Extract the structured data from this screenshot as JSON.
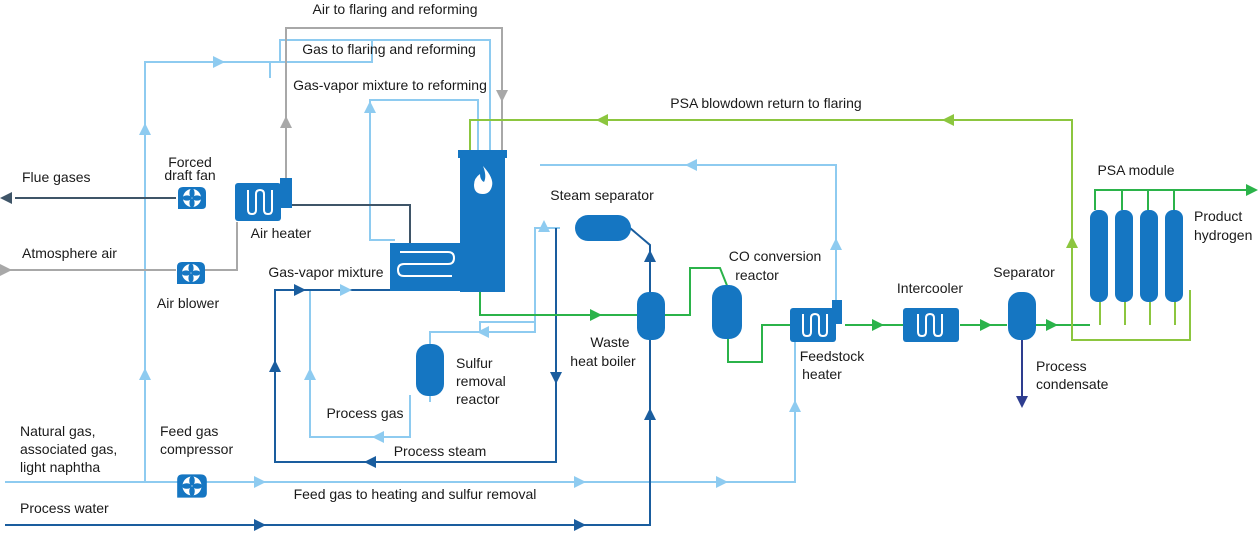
{
  "labels": {
    "air_to_flaring": "Air to flaring and reforming",
    "gas_to_flaring": "Gas to flaring and reforming",
    "gas_vapor_reforming": "Gas-vapor mixture to reforming",
    "psa_blowdown": "PSA blowdown return to flaring",
    "flue_gases": "Flue gases",
    "forced_draft_fan_1": "Forced",
    "forced_draft_fan_2": "draft fan",
    "air_heater": "Air heater",
    "atmosphere_air": "Atmosphere air",
    "air_blower": "Air blower",
    "gas_vapor_mixture": "Gas-vapor mixture",
    "steam_separator": "Steam separator",
    "co_conversion_1": "CO conversion",
    "co_conversion_2": "reactor",
    "waste_heat_boiler_1": "Waste",
    "waste_heat_boiler_2": "heat boiler",
    "sulfur_removal_1": "Sulfur",
    "sulfur_removal_2": "removal",
    "sulfur_removal_3": "reactor",
    "process_gas": "Process gas",
    "process_steam": "Process steam",
    "feedstock_heater_1": "Feedstock",
    "feedstock_heater_2": "heater",
    "intercooler": "Intercooler",
    "separator": "Separator",
    "process_condensate_1": "Process",
    "process_condensate_2": "condensate",
    "psa_module": "PSA module",
    "product_hydrogen_1": "Product",
    "product_hydrogen_2": "hydrogen",
    "natural_gas_1": "Natural gas,",
    "natural_gas_2": "associated gas,",
    "natural_gas_3": "light naphtha",
    "feed_gas_compressor_1": "Feed gas",
    "feed_gas_compressor_2": "compressor",
    "feed_gas_heating": "Feed gas to heating and sulfur removal",
    "process_water": "Process water"
  },
  "icons": {
    "fan": "fan-icon",
    "heat_exchanger": "coil-heat-exchanger-icon",
    "flame": "flame-icon",
    "vessel": "vessel-icon",
    "psa_column": "psa-column-icon"
  },
  "colors": {
    "equipment": "#1576c2",
    "light_blue_stream": "#8ecbf0",
    "dark_blue_stream": "#1a5d9e",
    "air_stream": "#a8a8a8",
    "flue_stream": "#3f5568",
    "process_gas_stream": "#2bb34a",
    "psa_stream": "#8cc63f",
    "condensate_stream": "#2e3d8f"
  }
}
